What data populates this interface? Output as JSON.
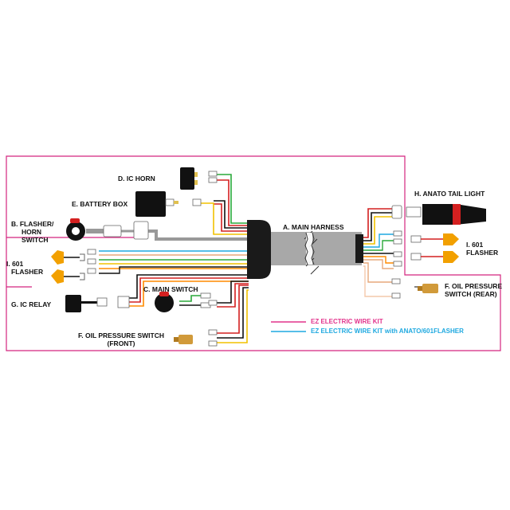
{
  "labels": {
    "ic_horn": "D. IC HORN",
    "battery_box": "E. BATTERY BOX",
    "flasher_horn_switch": [
      "B. FLASHER/",
      "HORN",
      "SWITCH"
    ],
    "flasher_601_left": [
      "I. 601",
      "FLASHER"
    ],
    "ic_relay": "G. IC RELAY",
    "main_switch": "C. MAIN SWITCH",
    "oil_pressure_front": [
      "F. OIL PRESSURE SWITCH",
      "(FRONT)"
    ],
    "main_harness": "A. MAIN HARNESS",
    "anato_tail_light": "H. ANATO TAIL LIGHT",
    "flasher_601_right": [
      "I. 601",
      "FLASHER"
    ],
    "oil_pressure_rear": [
      "F. OIL PRESSURE",
      "SWITCH (REAR)"
    ]
  },
  "legend": {
    "ez_kit": "EZ ELECTRIC WIRE KIT",
    "ez_kit_anato": "EZ ELECTRIC WIRE KIT with ANATO/601FLASHER"
  },
  "colors": {
    "ez_kit": "#e2338c",
    "ez_kit_anato": "#1fa9e0"
  }
}
